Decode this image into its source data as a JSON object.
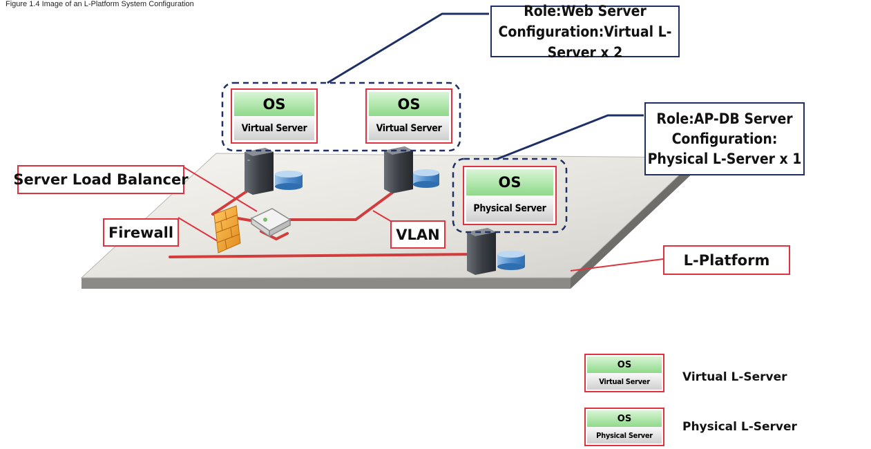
{
  "caption": "Figure 1.4 Image of an L-Platform System Configuration",
  "callouts": {
    "web": {
      "role": "Role:Web Server",
      "configuration": "Configuration:Virtual L-Server x 2"
    },
    "apdb": {
      "role": "Role:AP-DB Server",
      "configuration": "Configuration:",
      "detail": "Physical L-Server x 1"
    }
  },
  "servers": [
    {
      "os": "OS",
      "kind": "Virtual Server"
    },
    {
      "os": "OS",
      "kind": "Virtual Server"
    },
    {
      "os": "OS",
      "kind": "Physical Server"
    }
  ],
  "labels": {
    "slb": "Server Load Balancer",
    "firewall": "Firewall",
    "vlan": "VLAN",
    "platform": "L-Platform"
  },
  "legend": [
    {
      "os": "OS",
      "kind": "Virtual Server",
      "text": "Virtual L-Server"
    },
    {
      "os": "OS",
      "kind": "Physical Server",
      "text": "Physical L-Server"
    }
  ],
  "colors": {
    "red": "#e0323e",
    "navy": "#1e2f66",
    "platform": "#e6e4df",
    "os_green": "#8fd98a"
  }
}
